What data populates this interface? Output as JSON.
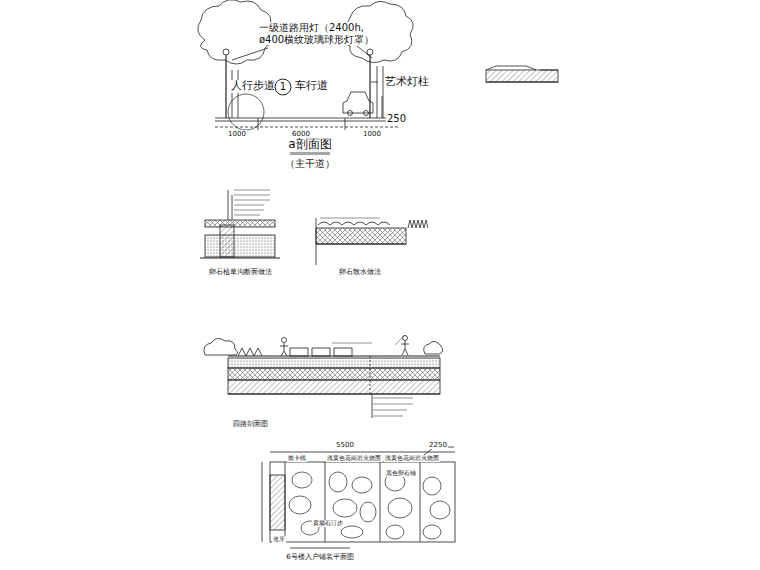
{
  "diagram": {
    "nodes": [
      {
        "text": [
          "1"
        ]
      }
    ],
    "labels": [
      "一级道路用灯（2400h, ø400横纹玻璃球形灯罩）",
      "人行步道",
      "车行道",
      "艺术灯柱",
      "250",
      "1000",
      "6000",
      "1000",
      "a剖面图",
      "（主干道）",
      "卵石植草沟断面做法",
      "卵石散水做法",
      "园路剖面图",
      "5500",
      "2250",
      "嵌卡线",
      "浅黄色花岗岩火烧面",
      "浅黄色花岗岩火烧面",
      "黑色卵石铺",
      "黄腊石汀步",
      "道牙",
      "6号楼入户铺装平面图"
    ]
  }
}
